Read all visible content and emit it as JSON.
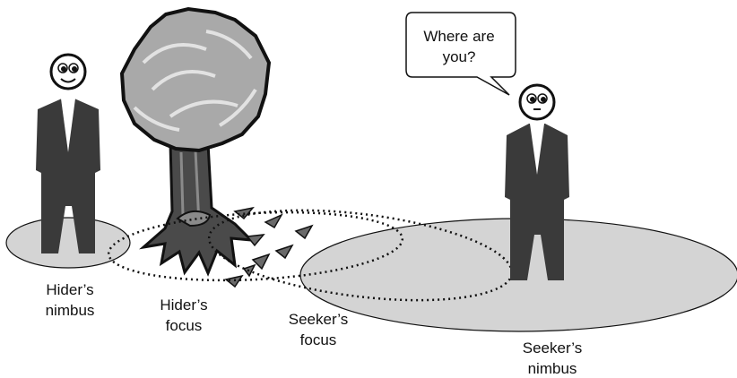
{
  "speech_bubble": {
    "line1": "Where are",
    "line2": "you?"
  },
  "labels": {
    "hider_nimbus": {
      "line1": "Hider’s",
      "line2": "nimbus"
    },
    "hider_focus": {
      "line1": "Hider’s",
      "line2": "focus"
    },
    "seeker_focus": {
      "line1": "Seeker’s",
      "line2": "focus"
    },
    "seeker_nimbus": {
      "line1": "Seeker’s",
      "line2": "nimbus"
    }
  },
  "colors": {
    "figure": "#3a3a3a",
    "nimbus_fill": "#d4d4d4",
    "foliage": "#a9a9a9",
    "trunk": "#4a4a4a",
    "outline": "#111111",
    "background": "#ffffff"
  }
}
